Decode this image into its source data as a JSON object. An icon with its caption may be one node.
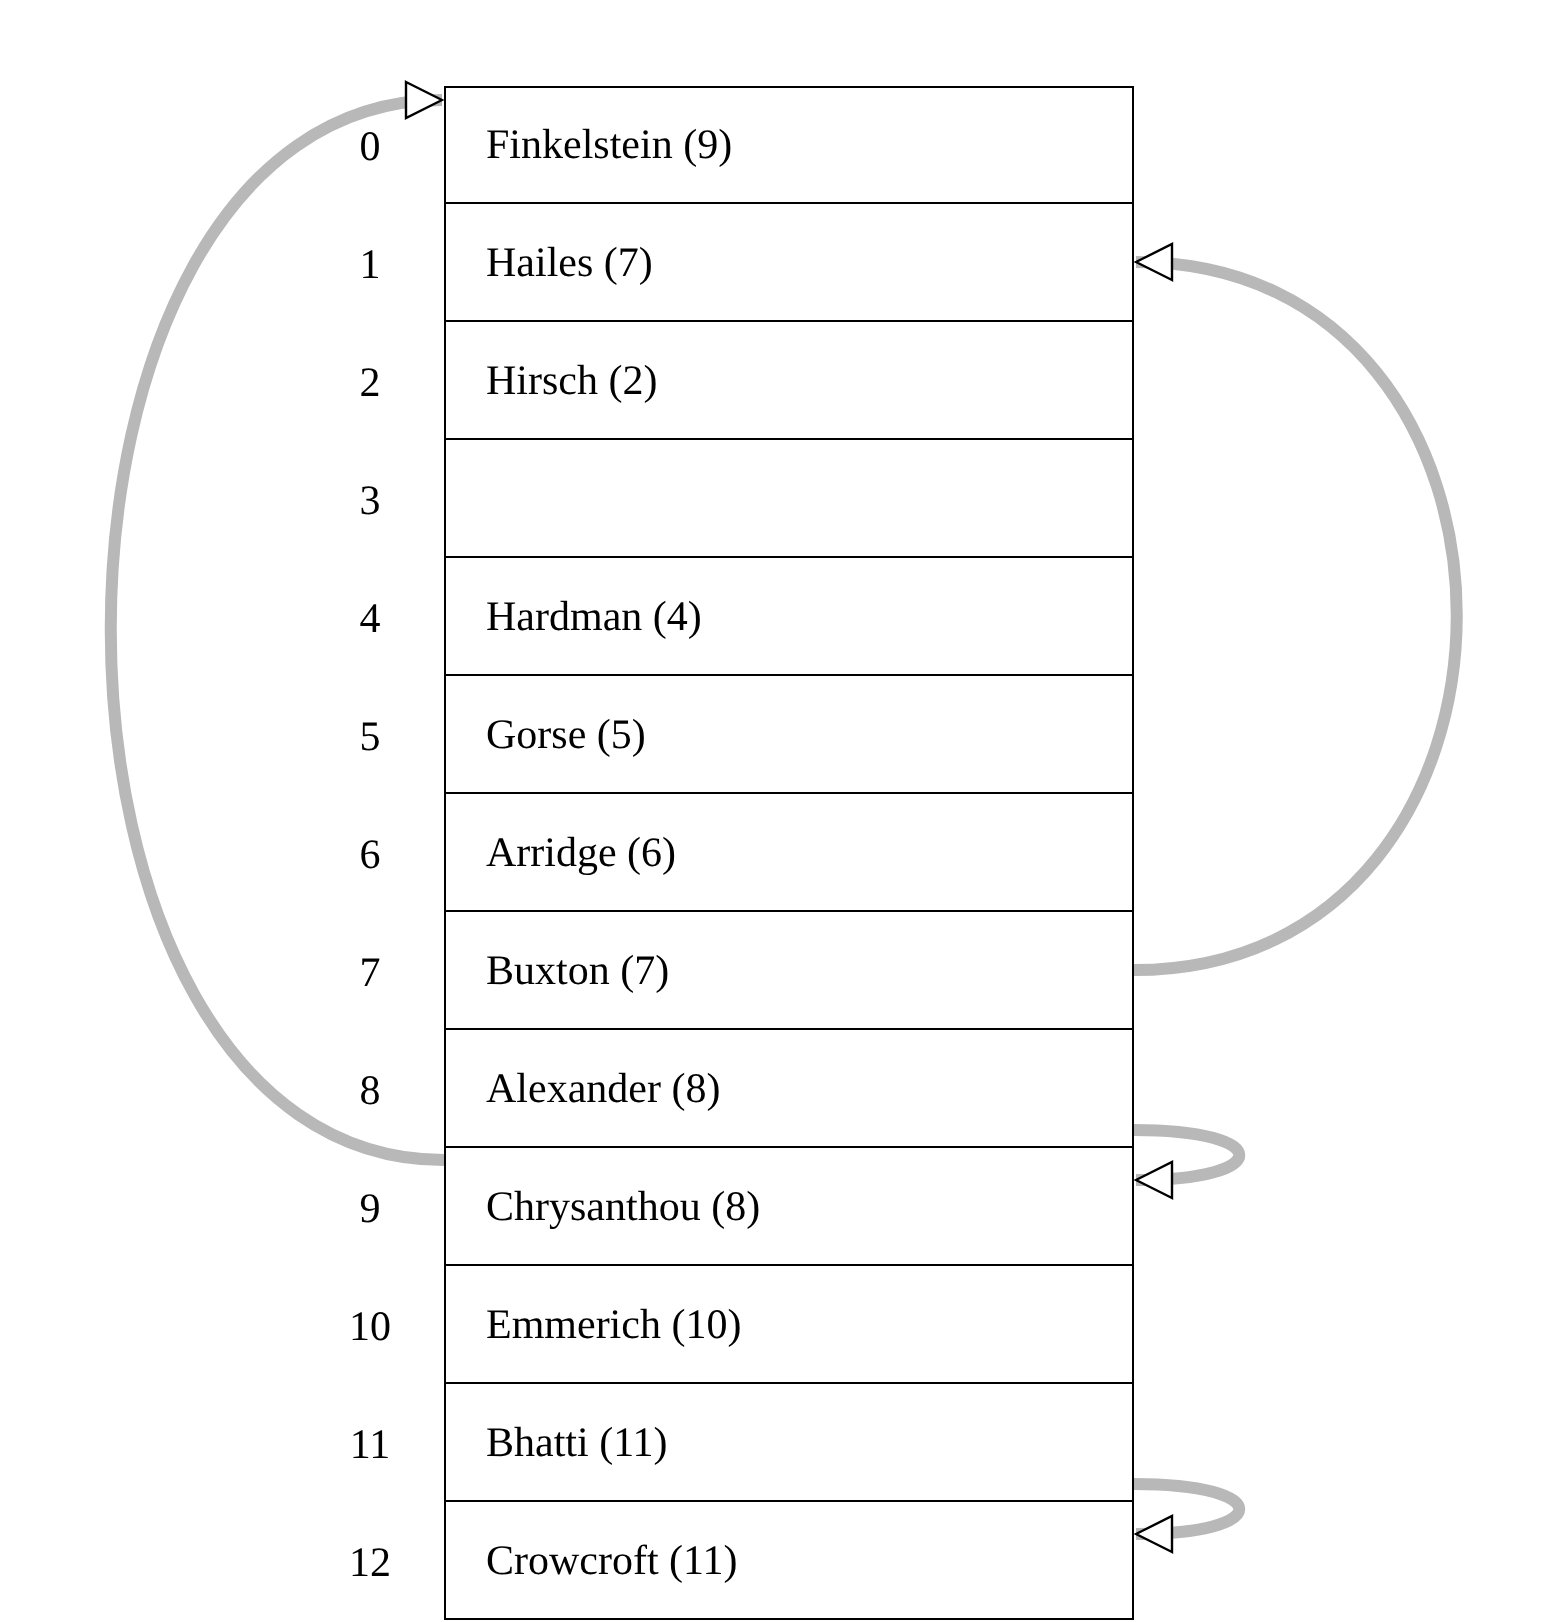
{
  "diagram": {
    "nodes": [
      {
        "text": [
          "Finkelstein (9)"
        ]
      },
      {
        "text": [
          "Hailes (7)"
        ]
      },
      {
        "text": [
          "Hirsch (2)"
        ]
      },
      {
        "text": [],
        "shape": "box"
      },
      {
        "text": [
          "Hardman (4)"
        ]
      },
      {
        "text": [
          "Gorse (5)"
        ]
      },
      {
        "text": [
          "Arridge (6)"
        ]
      },
      {
        "text": [
          "Buxton (7)"
        ]
      },
      {
        "text": [
          "Alexander (8)"
        ]
      },
      {
        "text": [
          "Chrysanthou (8)"
        ]
      },
      {
        "text": [
          "Emmerich (10)"
        ]
      },
      {
        "text": [
          "Bhatti (11)"
        ]
      },
      {
        "text": [
          "Crowcroft (11)"
        ]
      }
    ],
    "edges": [
      {
        "from": 9,
        "to": 0,
        "arrow": "to"
      },
      {
        "from": 7,
        "to": 1,
        "arrow": "to"
      },
      {
        "from": 8,
        "to": 9,
        "arrow": "to"
      },
      {
        "from": 11,
        "to": 12,
        "arrow": "to"
      }
    ],
    "labels": [
      "0",
      "1",
      "2",
      "3",
      "4",
      "5",
      "6",
      "7",
      "8",
      "9",
      "10",
      "11",
      "12"
    ]
  }
}
